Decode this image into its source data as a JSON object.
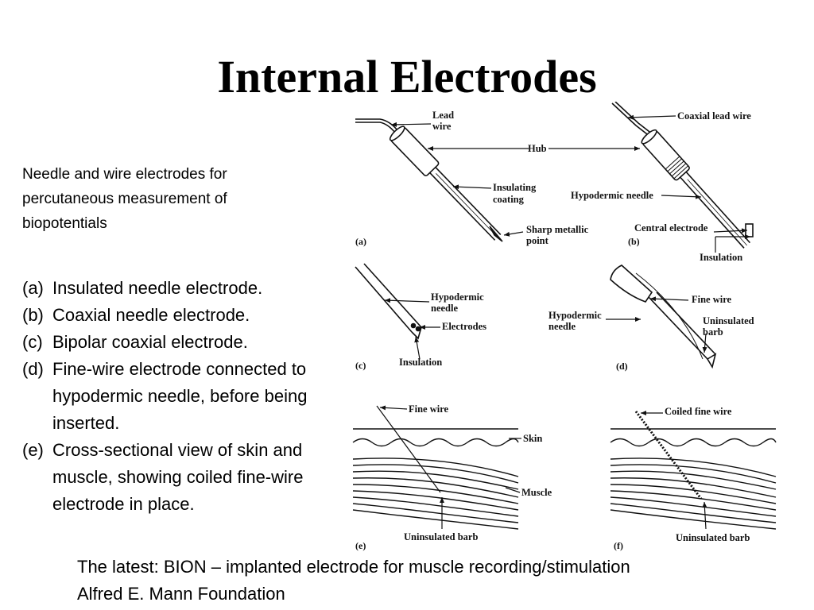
{
  "slide": {
    "title": "Internal Electrodes",
    "description_lines": [
      "Needle and wire electrodes for",
      "percutaneous measurement of",
      "biopotentials"
    ],
    "items": [
      {
        "label": "(a)",
        "text": "Insulated needle electrode."
      },
      {
        "label": "(b)",
        "text": "Coaxial needle electrode."
      },
      {
        "label": "(c)",
        "text": "Bipolar coaxial electrode."
      },
      {
        "label": "(d)",
        "text": "Fine-wire electrode connected to hypodermic needle, before being inserted."
      },
      {
        "label": "(e)",
        "text": "Cross-sectional view of skin and muscle, showing coiled fine-wire electrode in place."
      }
    ],
    "footer_lines": [
      "The latest: BION – implanted electrode for muscle recording/stimulation",
      "Alfred E. Mann Foundation"
    ]
  },
  "figure": {
    "panel_a": {
      "tag": "(a)",
      "lead_wire": [
        "Lead",
        "wire"
      ],
      "hub": "Hub",
      "insulating_coating": [
        "Insulating",
        "coating"
      ],
      "sharp_point": [
        "Sharp metallic",
        "point"
      ]
    },
    "panel_b": {
      "tag": "(b)",
      "coaxial_lead_wire": "Coaxial lead wire",
      "hypodermic_needle": "Hypodermic needle",
      "central_electrode": "Central electrode",
      "insulation": "Insulation"
    },
    "panel_c": {
      "tag": "(c)",
      "hypodermic_needle": [
        "Hypodermic",
        "needle"
      ],
      "electrodes": "Electrodes",
      "insulation": "Insulation"
    },
    "panel_d": {
      "tag": "(d)",
      "fine_wire": "Fine wire",
      "hypodermic_needle": [
        "Hypodermic",
        "needle"
      ],
      "uninsulated_barb": [
        "Uninsulated",
        "barb"
      ]
    },
    "panel_e": {
      "tag": "(e)",
      "fine_wire": "Fine wire",
      "skin": "Skin",
      "muscle": "Muscle",
      "uninsulated_barb": "Uninsulated barb"
    },
    "panel_f": {
      "tag": "(f)",
      "coiled_fine_wire": "Coiled fine wire",
      "uninsulated_barb": "Uninsulated barb"
    }
  }
}
